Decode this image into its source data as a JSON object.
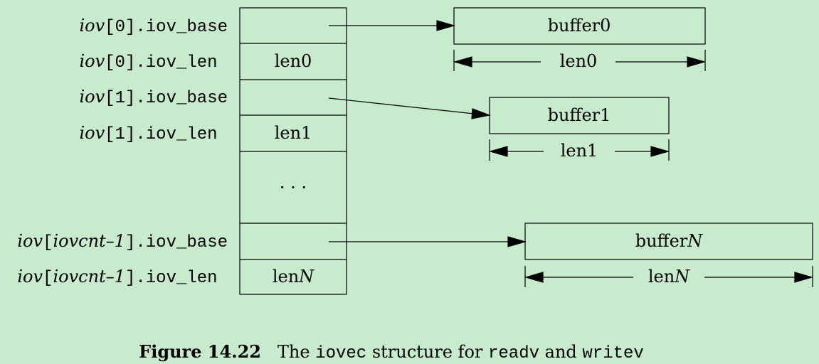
{
  "iov_rows": [
    {
      "index": "0",
      "field": "iov_base",
      "cell": ""
    },
    {
      "index": "0",
      "field": "iov_len",
      "cell": "len0"
    },
    {
      "index": "1",
      "field": "iov_base",
      "cell": ""
    },
    {
      "index": "1",
      "field": "iov_len",
      "cell": "len1"
    },
    {
      "index": "iovcnt–1",
      "field": "iov_base",
      "cell": ""
    },
    {
      "index": "iovcnt–1",
      "field": "iov_len",
      "cell": "len",
      "cell_italic": "N"
    }
  ],
  "row_prefix": "iov",
  "ellipsis": "· · ·",
  "buffers": [
    {
      "label": "buffer0",
      "label_italic": "",
      "len": "len0",
      "len_italic": ""
    },
    {
      "label": "buffer1",
      "label_italic": "",
      "len": "len1",
      "len_italic": ""
    },
    {
      "label": "buffer",
      "label_italic": "N",
      "len": "len",
      "len_italic": "N"
    }
  ],
  "caption": {
    "figure": "Figure 14.22",
    "t1": "The ",
    "c1": "iovec",
    "t2": " structure for ",
    "c2": "readv",
    "t3": " and ",
    "c3": "writev"
  },
  "colors": {
    "background": "#c8ebcd",
    "stroke": "#000000"
  }
}
